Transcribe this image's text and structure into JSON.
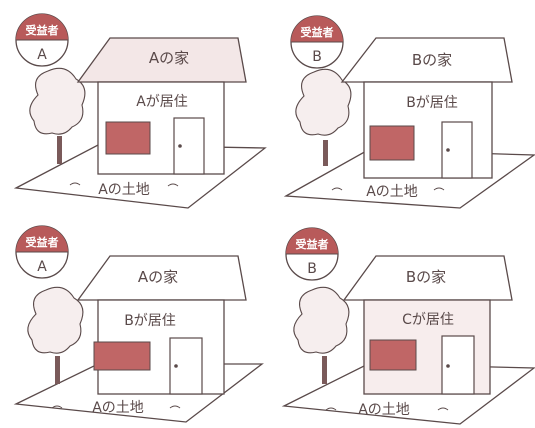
{
  "colors": {
    "ink": "#5a4a4a",
    "red": "#b85a5a",
    "paper": "#ffffff"
  },
  "badge_top_label": "受益者",
  "panels": [
    {
      "id": "a-a-a",
      "beneficiary": "A",
      "house_label": "Aの家",
      "resident_label": "Aが居住",
      "land_label": "Aの土地"
    },
    {
      "id": "b-b-a",
      "beneficiary": "B",
      "house_label": "Bの家",
      "resident_label": "Bが居住",
      "land_label": "Aの土地"
    },
    {
      "id": "a-b-a",
      "beneficiary": "A",
      "house_label": "Aの家",
      "resident_label": "Bが居住",
      "land_label": "Aの土地"
    },
    {
      "id": "b-c-a",
      "beneficiary": "B",
      "house_label": "Bの家",
      "resident_label": "Cが居住",
      "land_label": "Aの土地"
    }
  ]
}
